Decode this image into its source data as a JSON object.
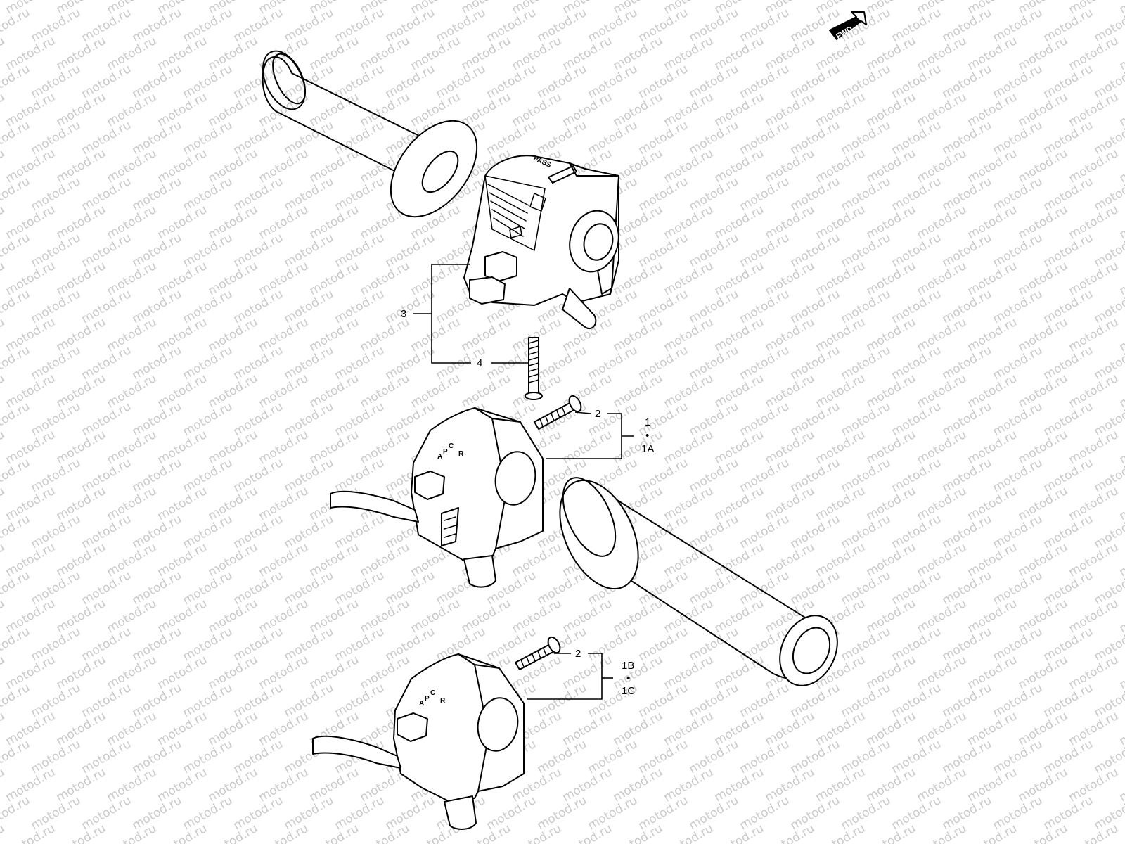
{
  "watermark": "motod.ru",
  "fwd_label": "FWD",
  "switch_markings": {
    "pass": "PASS",
    "c": "C",
    "p": "P",
    "a": "A",
    "r": "R"
  },
  "callouts": {
    "c1": "1",
    "c1a": "1A",
    "c1b": "1B",
    "c1c": "1C",
    "c2_upper": "2",
    "c2_lower": "2",
    "c3": "3",
    "c4": "4",
    "dot": "•"
  },
  "colors": {
    "line": "#000000",
    "watermark": "#c9c9c9",
    "background": "#ffffff"
  }
}
